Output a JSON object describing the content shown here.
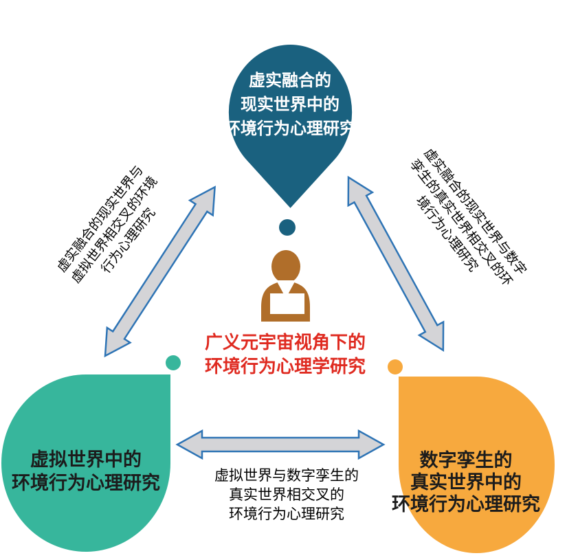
{
  "diagram": {
    "center": {
      "icon": "person-laptop-icon",
      "lines": [
        "广义元宇宙视角下的",
        "环境行为心理学研究"
      ],
      "color": "#df2a20"
    },
    "nodes": {
      "top": {
        "lines": [
          "虚实融合的",
          "现实世界中的",
          "环境行为心理研究"
        ],
        "color": "#1a617f",
        "text_color": "#ffffff"
      },
      "left": {
        "lines": [
          "虚拟世界中的",
          "环境行为心理研究"
        ],
        "color": "#37b69c",
        "text_color": "#1c1c1c"
      },
      "right": {
        "lines": [
          "数字孪生的",
          "真实世界中的",
          "环境行为心理研究"
        ],
        "color": "#f7a93e",
        "text_color": "#1c1c1c"
      }
    },
    "edges": {
      "top_left": {
        "lines": [
          "虚实融合的现实世界与",
          "虚拟世界相交叉的环境",
          "行为心理研究"
        ]
      },
      "top_right": {
        "lines": [
          "虚实融合的现实世界与数字",
          "孪生的真实世界相交叉的环",
          "境行为心理研究"
        ]
      },
      "bottom": {
        "lines": [
          "虚拟世界与数字孪生的",
          "真实世界相交叉的",
          "环境行为心理研究"
        ]
      }
    },
    "arrow_style": {
      "fill": "#d4d4d7",
      "stroke": "#2e74b5"
    },
    "person_icon_color": "#b06e2a"
  }
}
